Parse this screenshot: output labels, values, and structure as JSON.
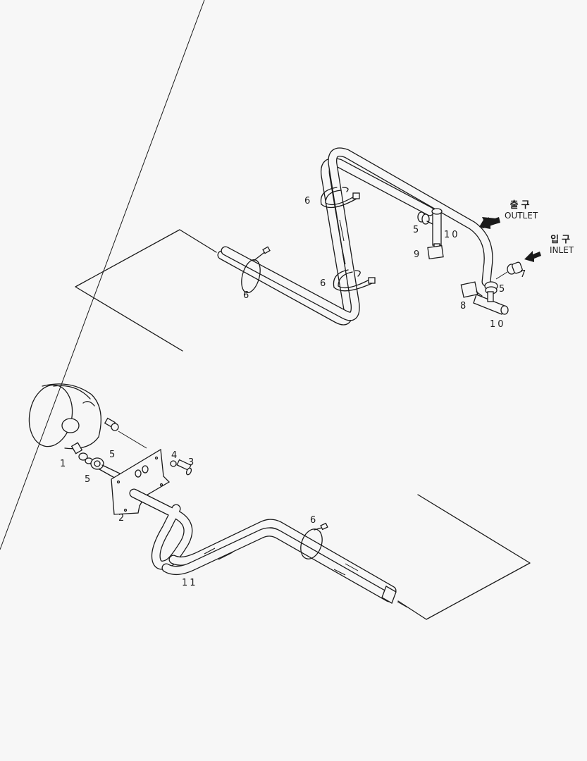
{
  "diagram": {
    "type": "exploded parts diagram",
    "subject": "hose / pipe assembly with gauge, bracket, clamps and fittings",
    "background_color": "#f7f7f7",
    "line_color": "#1a1a1a"
  },
  "flow_labels": {
    "outlet": {
      "korean": "출구",
      "english": "OUTLET",
      "arrow": "left-down-arrow"
    },
    "inlet": {
      "korean": "입구",
      "english": "INLET",
      "arrow": "bidirectional-arrow"
    }
  },
  "callouts": {
    "upper": [
      {
        "id": "6a",
        "label": "6",
        "part": "clamp"
      },
      {
        "id": "6b",
        "label": "6",
        "part": "clamp"
      },
      {
        "id": "6c",
        "label": "6",
        "part": "clamp"
      },
      {
        "id": "5a",
        "label": "5",
        "part": "fitting"
      },
      {
        "id": "10a",
        "label": "10",
        "part": "tee fitting"
      },
      {
        "id": "9",
        "label": "9",
        "part": "sensor block"
      },
      {
        "id": "7",
        "label": "7",
        "part": "connector"
      },
      {
        "id": "5b",
        "label": "5",
        "part": "fitting"
      },
      {
        "id": "8",
        "label": "8",
        "part": "sensor block"
      },
      {
        "id": "10b",
        "label": "10",
        "part": "tee fitting"
      }
    ],
    "lower": [
      {
        "id": "1",
        "label": "1",
        "part": "gauge"
      },
      {
        "id": "5c",
        "label": "5",
        "part": "fitting"
      },
      {
        "id": "5d",
        "label": "5",
        "part": "fitting"
      },
      {
        "id": "4",
        "label": "4",
        "part": "washer"
      },
      {
        "id": "3",
        "label": "3",
        "part": "bolt"
      },
      {
        "id": "2",
        "label": "2",
        "part": "bracket"
      },
      {
        "id": "6d",
        "label": "6",
        "part": "clamp"
      },
      {
        "id": "11",
        "label": "11",
        "part": "hose"
      }
    ]
  }
}
